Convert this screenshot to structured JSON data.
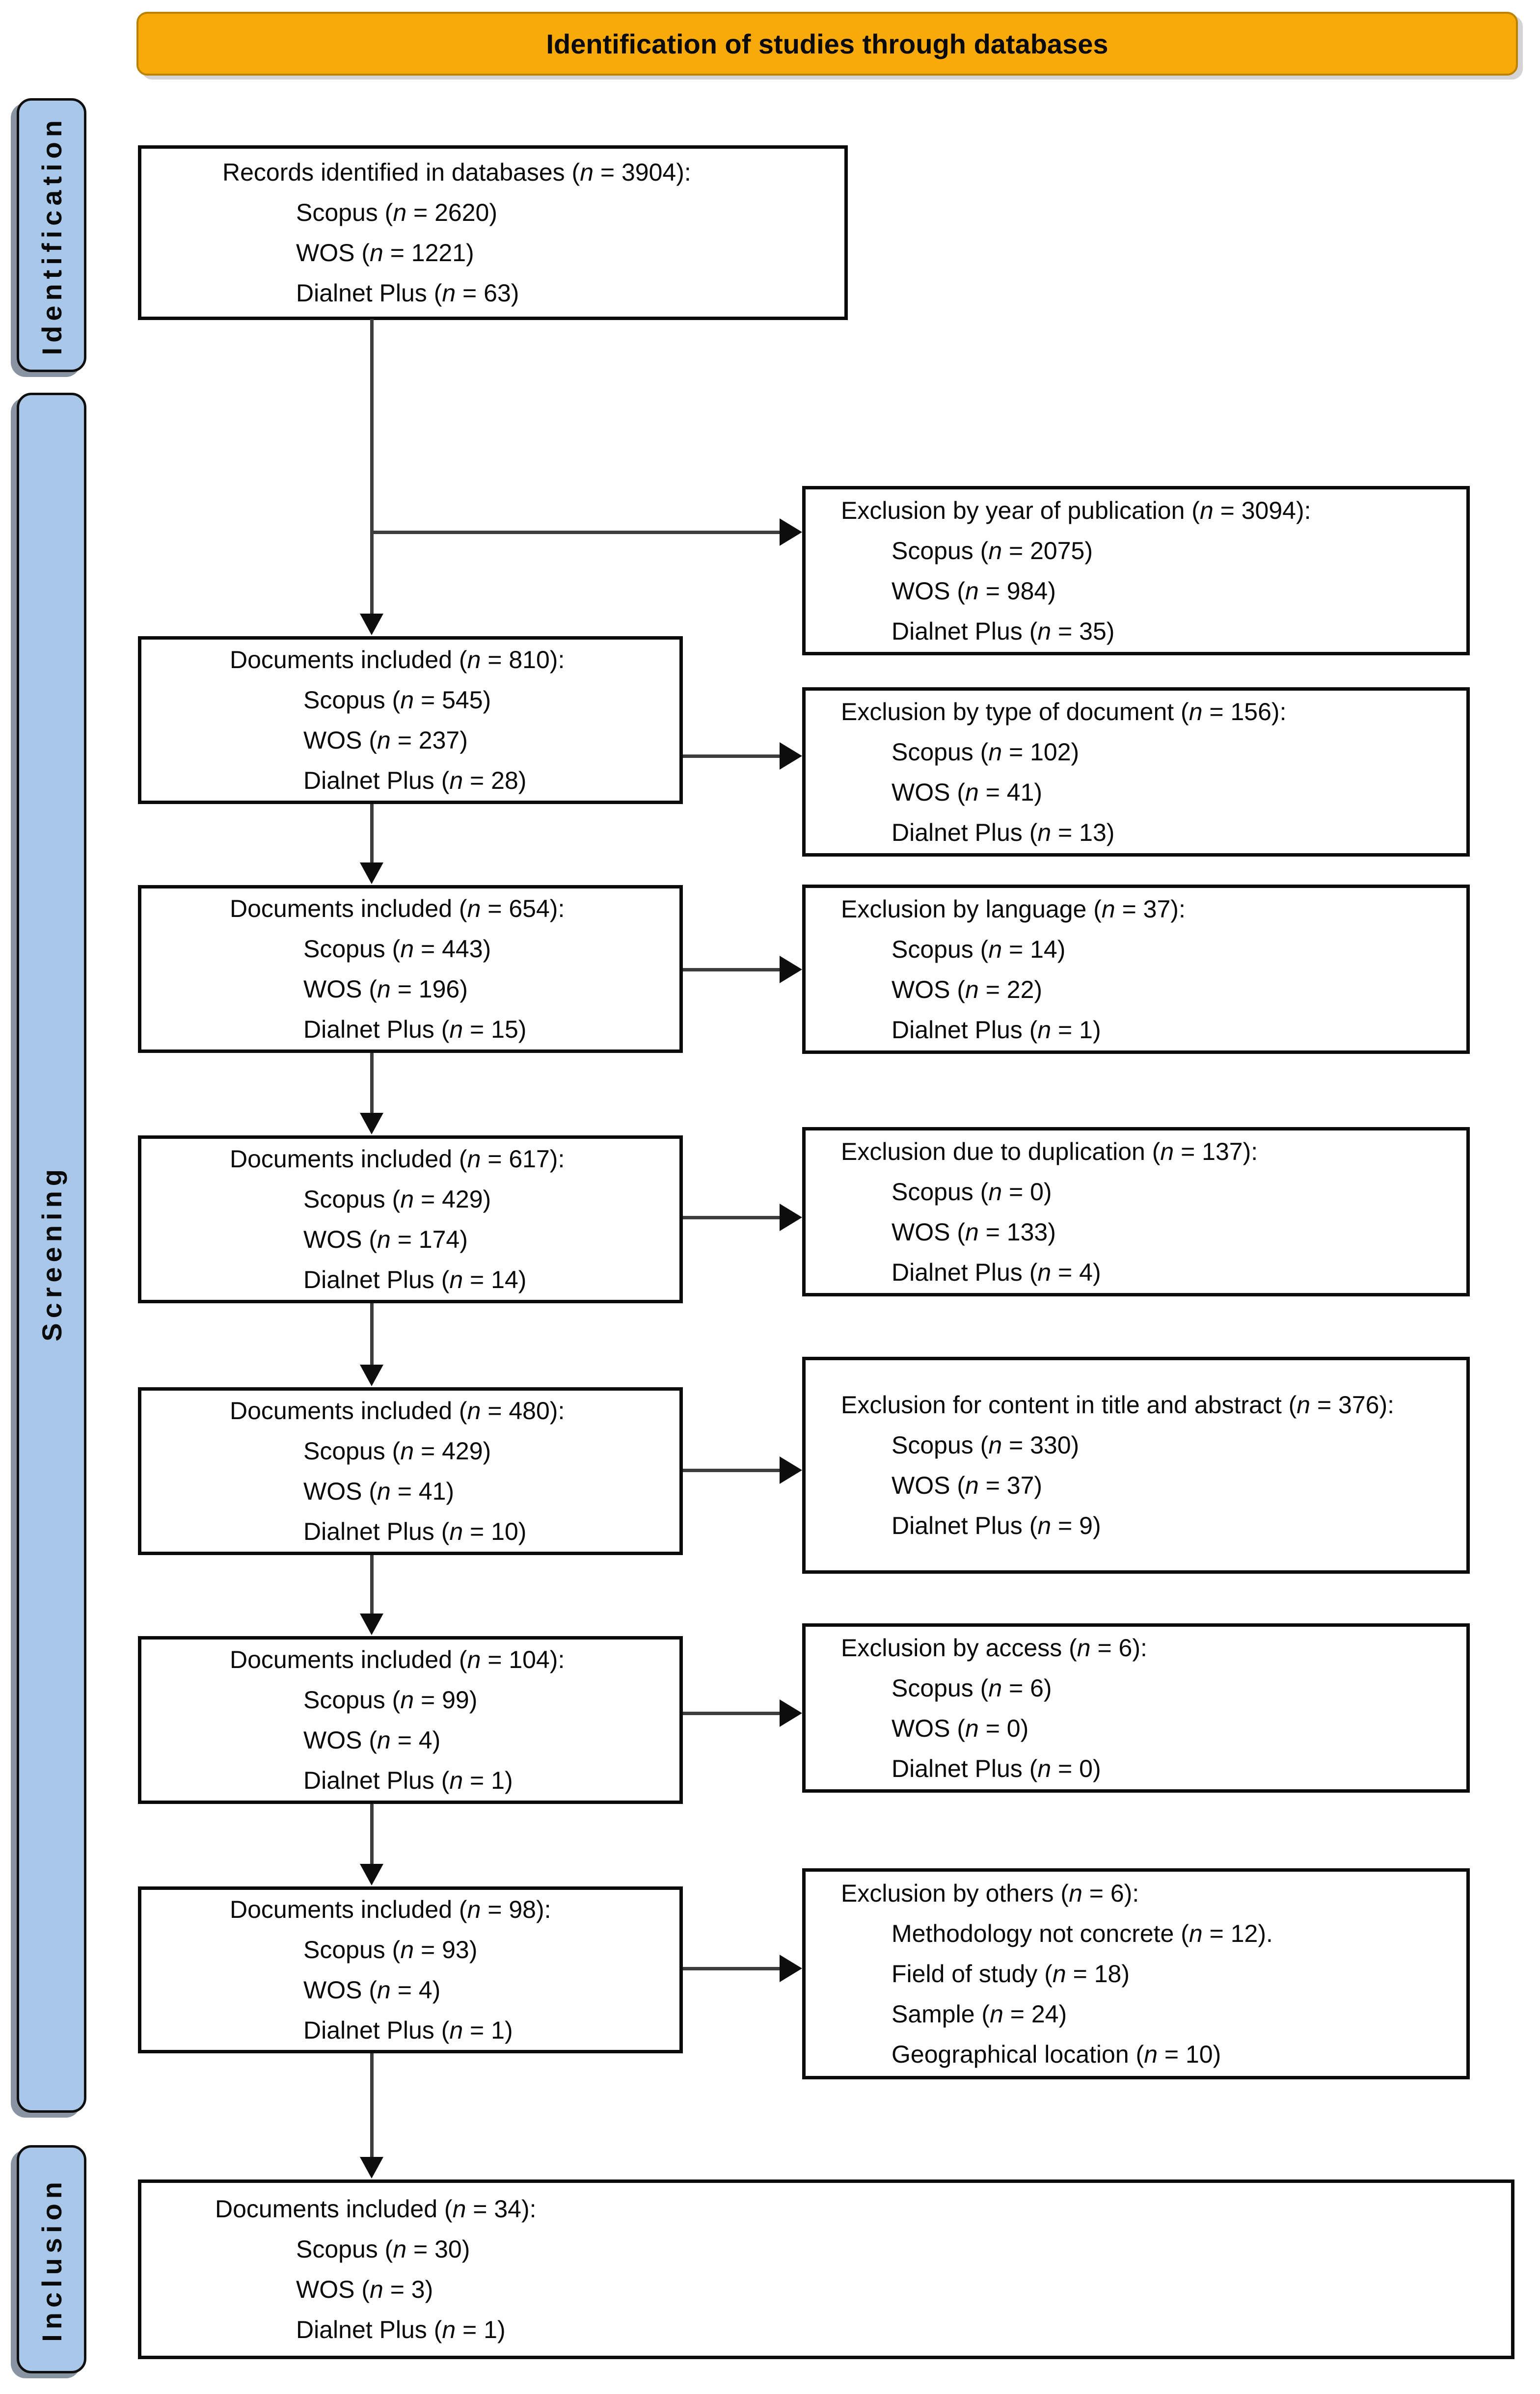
{
  "header": {
    "title": "Identification of studies through databases",
    "bg_color": "#F9AA0B"
  },
  "sidebar": {
    "bg_color": "#A9C7E8",
    "stages": [
      {
        "label": "Identification"
      },
      {
        "label": "Screening"
      },
      {
        "label": "Inclusion"
      }
    ]
  },
  "flow": {
    "left_boxes": [
      {
        "title": "Records identified in databases (n = 3904):",
        "items": [
          "Scopus (n = 2620)",
          "WOS (n = 1221)",
          "Dialnet Plus (n = 63)"
        ]
      },
      {
        "title": "Documents included (n = 810):",
        "items": [
          "Scopus (n = 545)",
          "WOS (n = 237)",
          "Dialnet Plus (n = 28)"
        ]
      },
      {
        "title": "Documents included (n = 654):",
        "items": [
          "Scopus (n = 443)",
          "WOS (n = 196)",
          "Dialnet Plus (n = 15)"
        ]
      },
      {
        "title": "Documents included (n = 617):",
        "items": [
          "Scopus (n = 429)",
          "WOS (n = 174)",
          "Dialnet Plus (n = 14)"
        ]
      },
      {
        "title": "Documents included (n = 480):",
        "items": [
          "Scopus (n = 429)",
          "WOS (n = 41)",
          "Dialnet Plus (n = 10)"
        ]
      },
      {
        "title": "Documents included (n = 104):",
        "items": [
          "Scopus (n = 99)",
          "WOS (n = 4)",
          "Dialnet Plus (n = 1)"
        ]
      },
      {
        "title": "Documents included (n = 98):",
        "items": [
          "Scopus (n = 93)",
          "WOS (n = 4)",
          "Dialnet Plus (n = 1)"
        ]
      },
      {
        "title": "Documents included (n = 34):",
        "items": [
          "Scopus (n = 30)",
          "WOS (n = 3)",
          "Dialnet Plus (n = 1)"
        ]
      }
    ],
    "right_boxes": [
      {
        "title": "Exclusion by year of publication (n = 3094):",
        "items": [
          "Scopus (n = 2075)",
          "WOS (n = 984)",
          "Dialnet Plus (n = 35)"
        ]
      },
      {
        "title": "Exclusion by type of document (n = 156):",
        "items": [
          "Scopus (n = 102)",
          "WOS (n = 41)",
          "Dialnet Plus (n = 13)"
        ]
      },
      {
        "title": "Exclusion by language (n = 37):",
        "items": [
          "Scopus (n = 14)",
          "WOS (n = 22)",
          "Dialnet Plus (n = 1)"
        ]
      },
      {
        "title": "Exclusion due to duplication (n = 137):",
        "items": [
          "Scopus (n = 0)",
          "WOS (n = 133)",
          "Dialnet Plus (n = 4)"
        ]
      },
      {
        "title": "Exclusion for content in title and abstract (n = 376):",
        "items": [
          "Scopus (n = 330)",
          "WOS (n = 37)",
          "Dialnet Plus (n = 9)"
        ]
      },
      {
        "title": "Exclusion by access (n = 6):",
        "items": [
          "Scopus (n = 6)",
          "WOS (n = 0)",
          "Dialnet Plus (n = 0)"
        ]
      },
      {
        "title": "Exclusion by others (n = 6):",
        "items": [
          "Methodology not concrete (n = 12).",
          "Field of study (n = 18)",
          "Sample (n = 24)",
          "Geographical location (n = 10)"
        ]
      }
    ]
  }
}
